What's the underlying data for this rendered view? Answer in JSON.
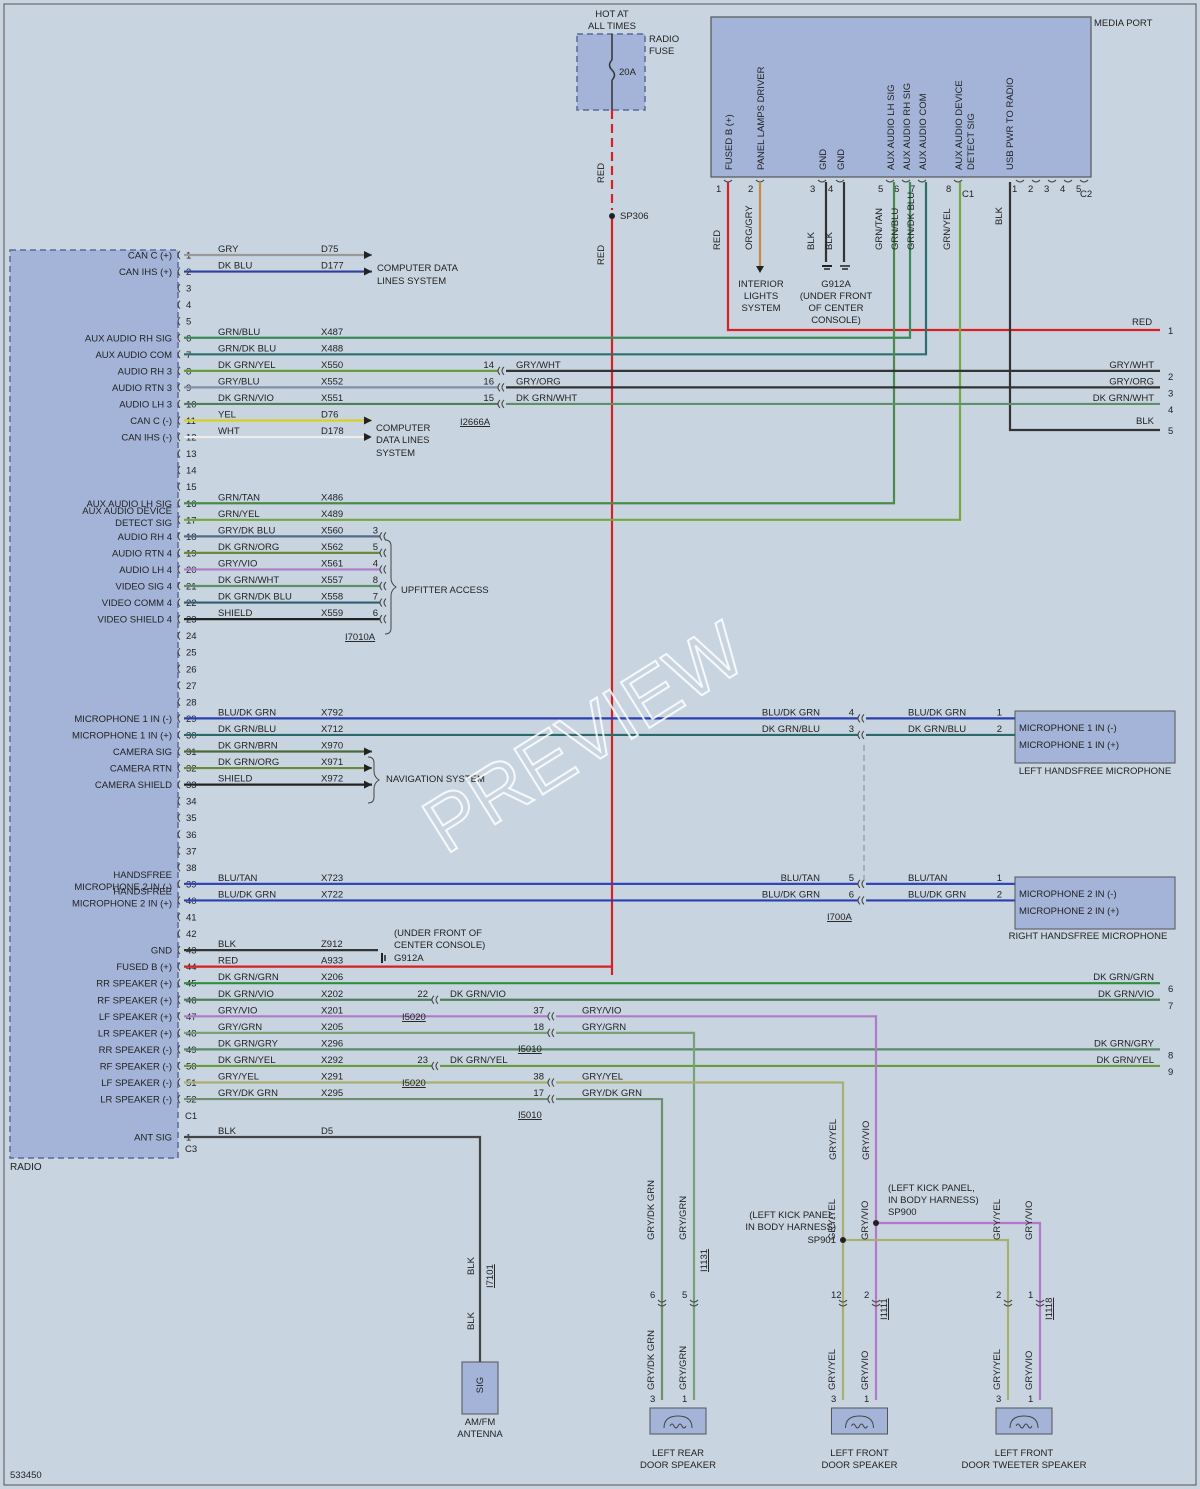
{
  "diagram_id": "533450",
  "watermark": "PREVIEW",
  "colors": {
    "GRY": "#9a9a9a",
    "DK BLU": "#2f3f9a",
    "GRN/BLU": "#3c8a5a",
    "GRN/DK BLU": "#2e6e6e",
    "DK GRN/YEL": "#6a9a3a",
    "GRY/BLU": "#8090a8",
    "DK GRN/VIO": "#4f7f5a",
    "YEL": "#d8d020",
    "WHT": "#ececec",
    "GRN/TAN": "#4a8a4a",
    "GRN/YEL": "#74a840",
    "GRY/DK BLU": "#566a8a",
    "DK GRN/ORG": "#6a8a3a",
    "GRY/VIO": "#b07ac8",
    "DK GRN/WHT": "#5f8f6a",
    "DK GRN/DK BLU": "#2f5f6f",
    "SHIELD": "#222222",
    "BLU/DK GRN": "#2a3fb0",
    "DK GRN/BLU": "#2a6a6a",
    "DK GRN/BRN": "#4a6a3a",
    "BLU/TAN": "#3244c0",
    "BLK": "#333333",
    "RED": "#d82020",
    "DK GRN/GRN": "#2f8f3f",
    "GRY/GRN": "#7aa07a",
    "DK GRN/GRY": "#5a8a6a",
    "GRY/YEL": "#a8b070",
    "GRY/DK GRN": "#6f8f6f",
    "ORG/GRY": "#c88a40"
  },
  "radio": {
    "name": "RADIO",
    "connector_c1": "C1",
    "connector_c3": "C3",
    "pins": [
      {
        "n": "1",
        "label": "CAN C (+)",
        "color": "GRY",
        "circuit": "D75"
      },
      {
        "n": "2",
        "label": "CAN IHS (+)",
        "color": "DK BLU",
        "circuit": "D177"
      },
      {
        "n": "3",
        "label": "",
        "color": "",
        "circuit": ""
      },
      {
        "n": "4",
        "label": "",
        "color": "",
        "circuit": ""
      },
      {
        "n": "5",
        "label": "",
        "color": "",
        "circuit": ""
      },
      {
        "n": "6",
        "label": "AUX AUDIO RH SIG",
        "color": "GRN/BLU",
        "circuit": "X487"
      },
      {
        "n": "7",
        "label": "AUX AUDIO COM",
        "color": "GRN/DK BLU",
        "circuit": "X488"
      },
      {
        "n": "8",
        "label": "AUDIO RH 3",
        "color": "DK GRN/YEL",
        "circuit": "X550"
      },
      {
        "n": "9",
        "label": "AUDIO RTN 3",
        "color": "GRY/BLU",
        "circuit": "X552"
      },
      {
        "n": "10",
        "label": "AUDIO LH 3",
        "color": "DK GRN/VIO",
        "circuit": "X551"
      },
      {
        "n": "11",
        "label": "CAN C (-)",
        "color": "YEL",
        "circuit": "D76"
      },
      {
        "n": "12",
        "label": "CAN IHS (-)",
        "color": "WHT",
        "circuit": "D178"
      },
      {
        "n": "13",
        "label": "",
        "color": "",
        "circuit": ""
      },
      {
        "n": "14",
        "label": "",
        "color": "",
        "circuit": ""
      },
      {
        "n": "15",
        "label": "",
        "color": "",
        "circuit": ""
      },
      {
        "n": "16",
        "label": "AUX AUDIO LH SIG",
        "color": "GRN/TAN",
        "circuit": "X486"
      },
      {
        "n": "17",
        "label": "AUX AUDIO DEVICE",
        "label2": "DETECT SIG",
        "color": "GRN/YEL",
        "circuit": "X489"
      },
      {
        "n": "18",
        "label": "AUDIO RH 4",
        "color": "GRY/DK BLU",
        "circuit": "X560"
      },
      {
        "n": "19",
        "label": "AUDIO RTN 4",
        "color": "DK GRN/ORG",
        "circuit": "X562"
      },
      {
        "n": "20",
        "label": "AUDIO LH 4",
        "color": "GRY/VIO",
        "circuit": "X561"
      },
      {
        "n": "21",
        "label": "VIDEO SIG 4",
        "color": "DK GRN/WHT",
        "circuit": "X557"
      },
      {
        "n": "22",
        "label": "VIDEO COMM 4",
        "color": "DK GRN/DK BLU",
        "circuit": "X558"
      },
      {
        "n": "23",
        "label": "VIDEO SHIELD 4",
        "color": "SHIELD",
        "circuit": "X559"
      },
      {
        "n": "24",
        "label": "",
        "color": "",
        "circuit": ""
      },
      {
        "n": "25",
        "label": "",
        "color": "",
        "circuit": ""
      },
      {
        "n": "26",
        "label": "",
        "color": "",
        "circuit": ""
      },
      {
        "n": "27",
        "label": "",
        "color": "",
        "circuit": ""
      },
      {
        "n": "28",
        "label": "",
        "color": "",
        "circuit": ""
      },
      {
        "n": "29",
        "label": "MICROPHONE 1 IN (-)",
        "color": "BLU/DK GRN",
        "circuit": "X792"
      },
      {
        "n": "30",
        "label": "MICROPHONE 1 IN (+)",
        "color": "DK GRN/BLU",
        "circuit": "X712"
      },
      {
        "n": "31",
        "label": "CAMERA SIG",
        "color": "DK GRN/BRN",
        "circuit": "X970"
      },
      {
        "n": "32",
        "label": "CAMERA RTN",
        "color": "DK GRN/ORG",
        "circuit": "X971"
      },
      {
        "n": "33",
        "label": "CAMERA SHIELD",
        "color": "SHIELD",
        "circuit": "X972"
      },
      {
        "n": "34",
        "label": "",
        "color": "",
        "circuit": ""
      },
      {
        "n": "35",
        "label": "",
        "color": "",
        "circuit": ""
      },
      {
        "n": "36",
        "label": "",
        "color": "",
        "circuit": ""
      },
      {
        "n": "37",
        "label": "",
        "color": "",
        "circuit": ""
      },
      {
        "n": "38",
        "label": "",
        "color": "",
        "circuit": ""
      },
      {
        "n": "39",
        "label": "HANDSFREE",
        "label2": "MICROPHONE 2 IN (-)",
        "color": "BLU/TAN",
        "circuit": "X723"
      },
      {
        "n": "40",
        "label": "HANDSFREE",
        "label2": "MICROPHONE 2 IN (+)",
        "color": "BLU/DK GRN",
        "circuit": "X722"
      },
      {
        "n": "41",
        "label": "",
        "color": "",
        "circuit": ""
      },
      {
        "n": "42",
        "label": "",
        "color": "",
        "circuit": ""
      },
      {
        "n": "43",
        "label": "GND",
        "color": "BLK",
        "circuit": "Z912"
      },
      {
        "n": "44",
        "label": "FUSED B (+)",
        "color": "RED",
        "circuit": "A933"
      },
      {
        "n": "45",
        "label": "RR SPEAKER (+)",
        "color": "DK GRN/GRN",
        "circuit": "X206"
      },
      {
        "n": "46",
        "label": "RF SPEAKER (+)",
        "color": "DK GRN/VIO",
        "circuit": "X202"
      },
      {
        "n": "47",
        "label": "LF SPEAKER (+)",
        "color": "GRY/VIO",
        "circuit": "X201"
      },
      {
        "n": "48",
        "label": "LR SPEAKER (+)",
        "color": "GRY/GRN",
        "circuit": "X205"
      },
      {
        "n": "49",
        "label": "RR SPEAKER (-)",
        "color": "DK GRN/GRY",
        "circuit": "X296"
      },
      {
        "n": "50",
        "label": "RF SPEAKER (-)",
        "color": "DK GRN/YEL",
        "circuit": "X292"
      },
      {
        "n": "51",
        "label": "LF SPEAKER (-)",
        "color": "GRY/YEL",
        "circuit": "X291"
      },
      {
        "n": "52",
        "label": "LR SPEAKER (-)",
        "color": "GRY/DK GRN",
        "circuit": "X295"
      }
    ],
    "ant_pin": {
      "n": "1",
      "label": "ANT SIG",
      "color": "BLK",
      "circuit": "D5"
    }
  },
  "fuse": {
    "hot_label_1": "HOT AT",
    "hot_label_2": "ALL TIMES",
    "name_1": "RADIO",
    "name_2": "FUSE",
    "rating": "20A",
    "wire_color": "RED",
    "splice": "SP306"
  },
  "media_port": {
    "name": "MEDIA PORT",
    "pins": [
      {
        "n": "1",
        "label": "FUSED B (+)",
        "wire": "RED"
      },
      {
        "n": "2",
        "label": "PANEL LAMPS DRIVER",
        "wire": "ORG/GRY"
      },
      {
        "n": "3",
        "label": "GND",
        "wire": "BLK"
      },
      {
        "n": "4",
        "label": "GND",
        "wire": "BLK"
      },
      {
        "n": "5",
        "label": "AUX AUDIO LH SIG",
        "wire": "GRN/TAN"
      },
      {
        "n": "6",
        "label": "AUX AUDIO RH SIG",
        "wire": "GRN/BLU"
      },
      {
        "n": "7",
        "label": "AUX AUDIO COM",
        "wire": "GRN/DK BLU"
      },
      {
        "n": "8",
        "label": "AUX AUDIO DEVICE",
        "label2": "DETECT SIG",
        "wire": "GRN/YEL"
      }
    ],
    "c1": "C1",
    "c2": "C2",
    "usb_label": "USB PWR TO RADIO",
    "usb_pins": [
      "1",
      "2",
      "3",
      "4",
      "5"
    ],
    "usb_wire": "BLK",
    "interior_1": "INTERIOR",
    "interior_2": "LIGHTS",
    "interior_3": "SYSTEM",
    "gnd_1": "G912A",
    "gnd_2": "(UNDER FRONT",
    "gnd_3": "OF CENTER",
    "gnd_4": "CONSOLE)"
  },
  "computer_data_1": "COMPUTER DATA",
  "computer_data_2": "LINES SYSTEM",
  "computer_data_b1": "COMPUTER",
  "computer_data_b2": "DATA LINES",
  "computer_data_b3": "SYSTEM",
  "upfitter": "UPFITTER ACCESS",
  "navigation": "NAVIGATION SYSTEM",
  "i2666a": "I2666A",
  "i7010a": "I7010A",
  "i700a": "I700A",
  "right_edge_1": {
    "wire": "RED",
    "n": "1"
  },
  "right_aux": [
    {
      "wire": "GRY/WHT",
      "n": "2",
      "cav": "14"
    },
    {
      "wire": "GRY/ORG",
      "n": "3",
      "cav": "16"
    },
    {
      "wire": "DK GRN/WHT",
      "n": "4",
      "cav": "15"
    },
    {
      "wire": "BLK",
      "n": "5"
    }
  ],
  "upfitter_cavs": [
    "3",
    "5",
    "4",
    "8",
    "7",
    "6"
  ],
  "left_mic": {
    "name": "LEFT HANDSFREE MICROPHONE",
    "l1": "MICROPHONE 1 IN (-)",
    "l2": "MICROPHONE 1 IN (+)",
    "c1": "4",
    "c2": "3",
    "p1": "1",
    "p2": "2"
  },
  "right_mic": {
    "name": "RIGHT HANDSFREE MICROPHONE",
    "l1": "MICROPHONE 2 IN (-)",
    "l2": "MICROPHONE 2 IN (+)",
    "c1": "5",
    "c2": "6",
    "p1": "1",
    "p2": "2"
  },
  "gnd_radio": {
    "l1": "(UNDER FRONT OF",
    "l2": "CENTER CONSOLE)",
    "l3": "G912A"
  },
  "right_speaker_wires": [
    {
      "wire": "DK GRN/GRN",
      "n": "6"
    },
    {
      "wire": "DK GRN/VIO",
      "n": "7"
    },
    {
      "wire": "DK GRN/GRY",
      "n": "8"
    },
    {
      "wire": "DK GRN/YEL",
      "n": "9"
    }
  ],
  "i5020": "I5020",
  "i5010": "I5010",
  "i5020_cav_a": "22",
  "i5020_cav_b": "23",
  "i5010_cavs": {
    "gv": "37",
    "gg": "18",
    "gy": "38",
    "gdg": "17"
  },
  "i7101": "I7101",
  "i1131": "I1131",
  "i1111": "I1111",
  "i1118": "I1118",
  "antenna": {
    "sig": "SIG",
    "name_1": "AM/FM",
    "name_2": "ANTENNA"
  },
  "sp900": {
    "l1": "(LEFT KICK PANEL,",
    "l2": "IN BODY HARNESS)",
    "l3": "SP900"
  },
  "sp901": {
    "l1": "(LEFT KICK PANEL,",
    "l2": "IN BODY HARNESS)",
    "l3": "SP901"
  },
  "speakers": [
    {
      "name_1": "LEFT REAR",
      "name_2": "DOOR SPEAKER",
      "w1": "GRY/DK GRN",
      "w2": "GRY/GRN",
      "c1": "6",
      "c2": "5"
    },
    {
      "name_1": "LEFT FRONT",
      "name_2": "DOOR SPEAKER",
      "w1": "GRY/YEL",
      "w2": "GRY/VIO",
      "c1": "12",
      "c2": "2"
    },
    {
      "name_1": "LEFT FRONT",
      "name_2": "DOOR TWEETER SPEAKER",
      "w1": "GRY/YEL",
      "w2": "GRY/VIO",
      "c1": "2",
      "c2": "1"
    }
  ],
  "speaker_pins": [
    "3",
    "1"
  ]
}
